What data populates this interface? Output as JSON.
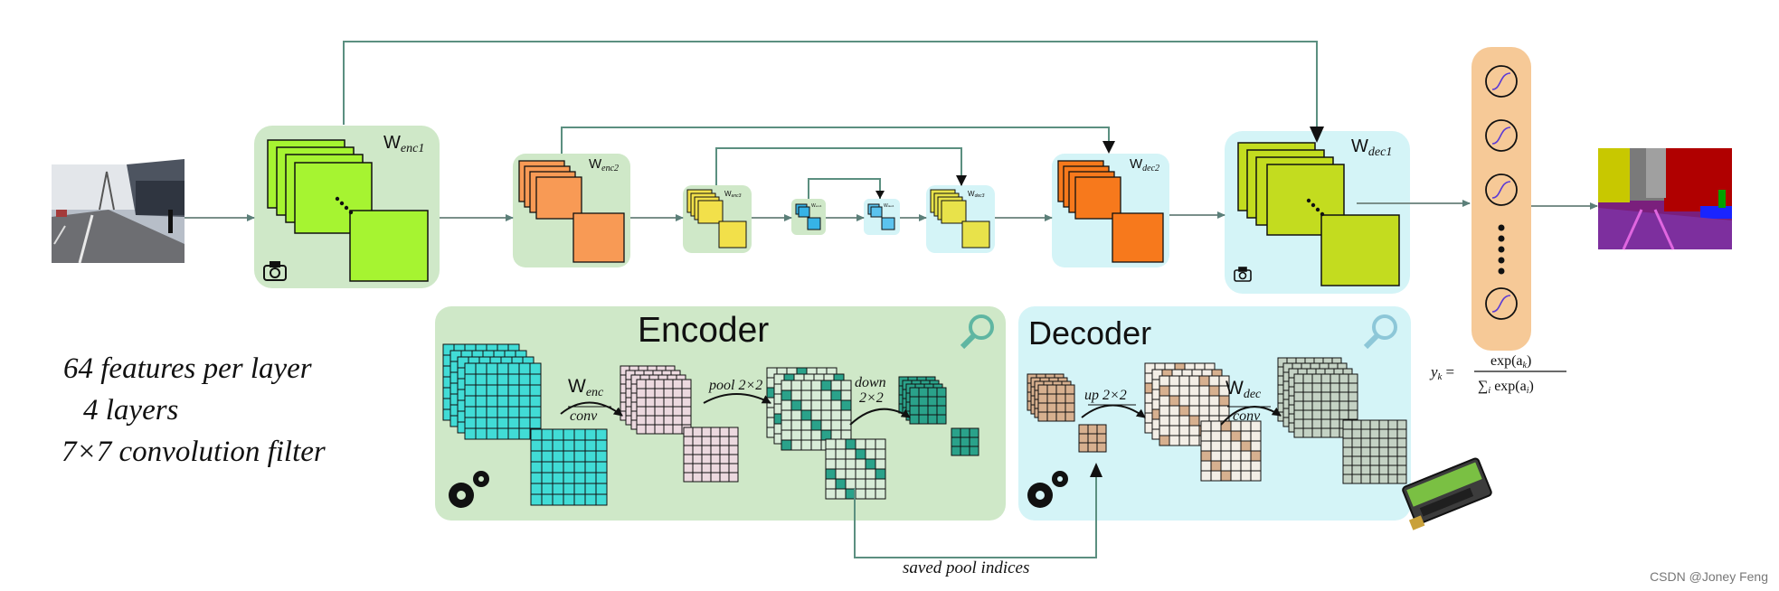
{
  "stages": {
    "enc1": "enc1",
    "enc2": "enc2",
    "enc3": "enc3",
    "enc4": "enc4",
    "dec4": "dec4",
    "dec3": "dec3",
    "dec2": "dec2",
    "dec1": "dec1",
    "enc1_w": "W",
    "enc2_w": "W",
    "enc3_w": "W",
    "enc4_w": "W",
    "dec4_w": "W",
    "dec3_w": "W",
    "dec2_w": "W",
    "dec1_w": "W"
  },
  "encoder": {
    "title": "Encoder",
    "w_label": "W",
    "w_sub": "enc",
    "conv_label": "conv",
    "pool_label": "pool 2×2",
    "down_label": "down",
    "down_size": "2×2"
  },
  "decoder": {
    "title": "Decoder",
    "up_label": "up 2×2",
    "w_label": "W",
    "w_sub": "dec",
    "conv_label": "conv"
  },
  "saved_pool_indices": "saved pool indices",
  "left_text": {
    "line1": "64  features per layer",
    "line2": "4  layers",
    "line3": "7×7  convolution  filter"
  },
  "softmax": {
    "lhs": "y",
    "lhs_sub": "k",
    "eq": "=",
    "numerator": "exp(a",
    "num_sub": "k",
    "num_close": ")",
    "denominator": "exp(a",
    "den_sigma": "∑",
    "den_sub_sigma": "i",
    "den_sub": "i",
    "den_close": ")"
  },
  "watermark": "CSDN @Joney Feng",
  "icons": [
    "camera-icon",
    "magnifier-icon",
    "gears-icon",
    "sigmoid-icon",
    "gpu-icon"
  ],
  "colors": {
    "encoder_bg": "#cfe8c8",
    "decoder_bg": "#d4f4f7",
    "softmax_bg": "#f6c997",
    "arrow": "#5b8f80",
    "lime": "#a6f431",
    "orange": "#f89a55",
    "yellow": "#f2e04a",
    "cyan": "#41dcd6",
    "teal": "#2aa28a",
    "tan": "#d7b08f",
    "sage": "#c4d2c4"
  }
}
